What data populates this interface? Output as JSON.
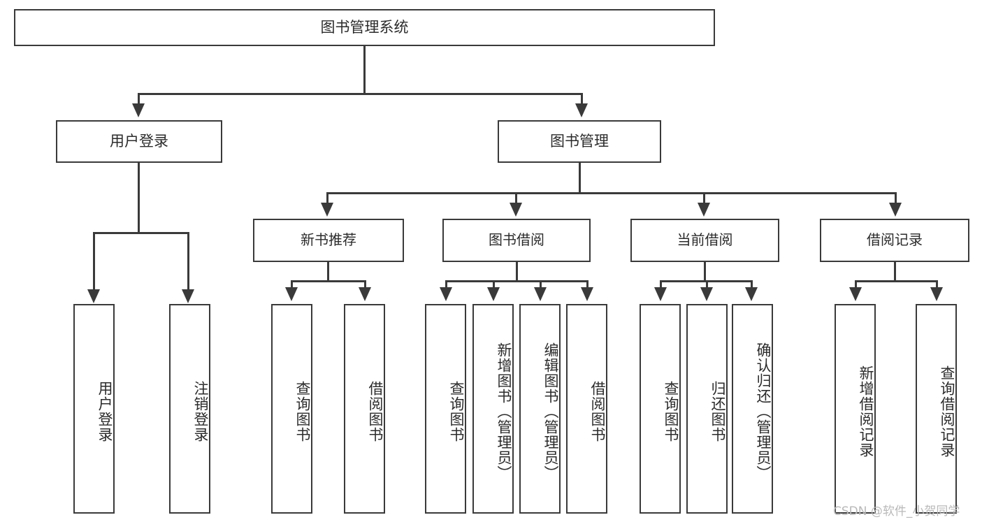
{
  "diagram": {
    "title": "图书管理系统",
    "type": "tree",
    "root": {
      "label": "图书管理系统"
    },
    "level1": [
      {
        "label": "用户登录"
      },
      {
        "label": "图书管理"
      }
    ],
    "level2": [
      {
        "label": "新书推荐"
      },
      {
        "label": "图书借阅"
      },
      {
        "label": "当前借阅"
      },
      {
        "label": "借阅记录"
      }
    ],
    "leaves": {
      "user_login": [
        {
          "label": "用户登录"
        },
        {
          "label": "注销登录"
        }
      ],
      "new_book_recommend": [
        {
          "label": "查询图书"
        },
        {
          "label": "借阅图书"
        }
      ],
      "book_borrow": [
        {
          "label": "查询图书"
        },
        {
          "label": "新增图书（管理员）"
        },
        {
          "label": "编辑图书（管理员）"
        },
        {
          "label": "借阅图书"
        }
      ],
      "current_borrow": [
        {
          "label": "查询图书"
        },
        {
          "label": "归还图书"
        },
        {
          "label": "确认归还（管理员）"
        }
      ],
      "borrow_record": [
        {
          "label": "新增借阅记录"
        },
        {
          "label": "查询借阅记录"
        }
      ]
    }
  },
  "watermark": {
    "text": "CSDN @软件_小贺同学"
  },
  "colors": {
    "stroke": "#3a3a3a",
    "fill": "#ffffff",
    "text": "#2b2b2b",
    "watermark": "#b9b9b9"
  }
}
